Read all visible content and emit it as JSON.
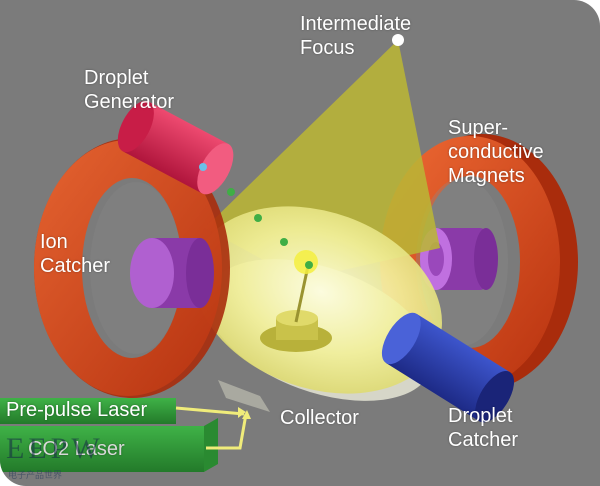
{
  "labels": {
    "intermediate_focus": [
      "Intermediate",
      "Focus"
    ],
    "droplet_generator": [
      "Droplet",
      "Generator"
    ],
    "superconductive_magnets": [
      "Super-",
      "conductive",
      "Magnets"
    ],
    "ion_catcher": [
      "Ion",
      "Catcher"
    ],
    "prepulse_laser": "Pre-pulse Laser",
    "co2_laser": "CO2 Laser",
    "collector": "Collector",
    "droplet_catcher": [
      "Droplet",
      "Catcher"
    ]
  },
  "watermark": {
    "text": "EEPW",
    "subtext": "电子产品世界"
  },
  "colors": {
    "background": "#7b7b7b",
    "magnet_ring": "#d8481e",
    "ion_catcher": "#a64ac9",
    "droplet_generator": "#d81f4e",
    "droplet_catcher": "#2c3fb0",
    "light_cone": "#b9b535",
    "collector_glow": "#f2f09a",
    "laser_block": "#2f9a36",
    "laser_beam": "#f0ec7a",
    "droplet": "#3fae45"
  }
}
